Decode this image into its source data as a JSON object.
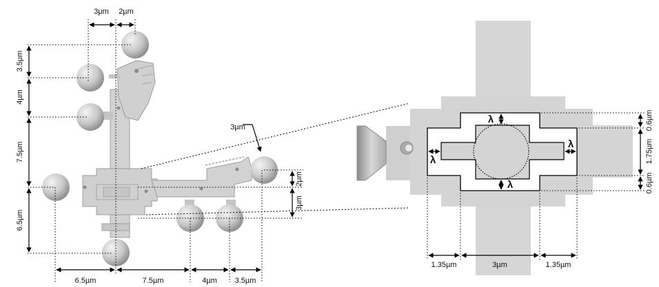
{
  "colors": {
    "structure": "#d4d4d4",
    "structure_edge": "#9c9c9c",
    "sphere_light": "#f2f2f2",
    "sphere_dark": "#9a9a9a",
    "zoom_block": "#d3d3d3",
    "zoom_block_dark": "#c5c5c5",
    "dimension_line": "#000000"
  },
  "left_diagram": {
    "top_dims": [
      "3µm",
      "2µm"
    ],
    "left_dims": [
      "3.5µm",
      "4µm",
      "7.5µm",
      "6.5µm"
    ],
    "bottom_dims": [
      "6.5µm",
      "7.5µm",
      "4µm",
      "3.5µm"
    ],
    "right_dims": [
      "2µm",
      "3µm"
    ],
    "callout": "3µm"
  },
  "zoom_diagram": {
    "lambda_symbol": "λ",
    "right_dims": [
      "0.6µm",
      "1.75µm",
      "0.6µm"
    ],
    "bottom_dims": [
      "1.35µm",
      "3µm",
      "1.35µm"
    ]
  }
}
